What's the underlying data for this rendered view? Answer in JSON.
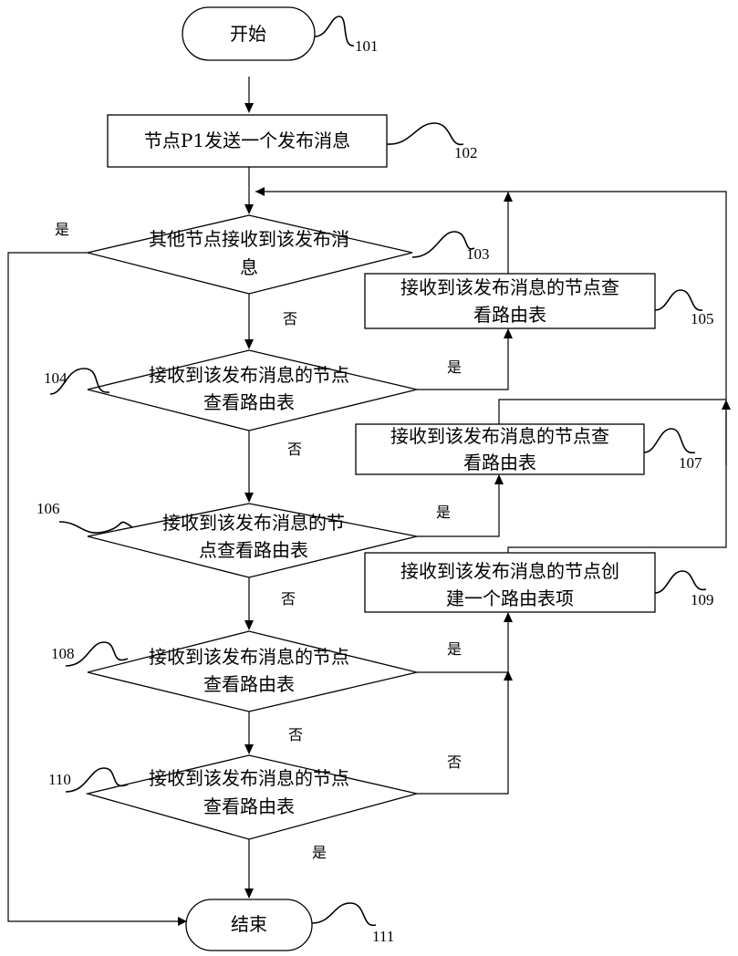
{
  "nodes": {
    "start": {
      "text": "开始",
      "ref": "101"
    },
    "send": {
      "text": "节点P1发送一个发布消息",
      "ref": "102"
    },
    "d103": {
      "line1": "其他节点接收到该发布消",
      "line2": "息",
      "ref": "103"
    },
    "d104": {
      "line1": "接收到该发布消息的节点",
      "line2": "查看路由表",
      "ref": "104"
    },
    "box105": {
      "line1": "接收到该发布消息的节点查",
      "line2": "看路由表",
      "ref": "105"
    },
    "d106": {
      "line1": "接收到该发布消息的节",
      "line2": "点查看路由表",
      "ref": "106"
    },
    "box107": {
      "line1": "接收到该发布消息的节点查",
      "line2": "看路由表",
      "ref": "107"
    },
    "d108": {
      "line1": "接收到该发布消息的节点",
      "line2": "查看路由表",
      "ref": "108"
    },
    "box109": {
      "line1": "接收到该发布消息的节点创",
      "line2": "建一个路由表项",
      "ref": "109"
    },
    "d110": {
      "line1": "接收到该发布消息的节点",
      "line2": "查看路由表",
      "ref": "110"
    },
    "end": {
      "text": "结束",
      "ref": "111"
    }
  },
  "edges": {
    "yes": "是",
    "no": "否"
  }
}
